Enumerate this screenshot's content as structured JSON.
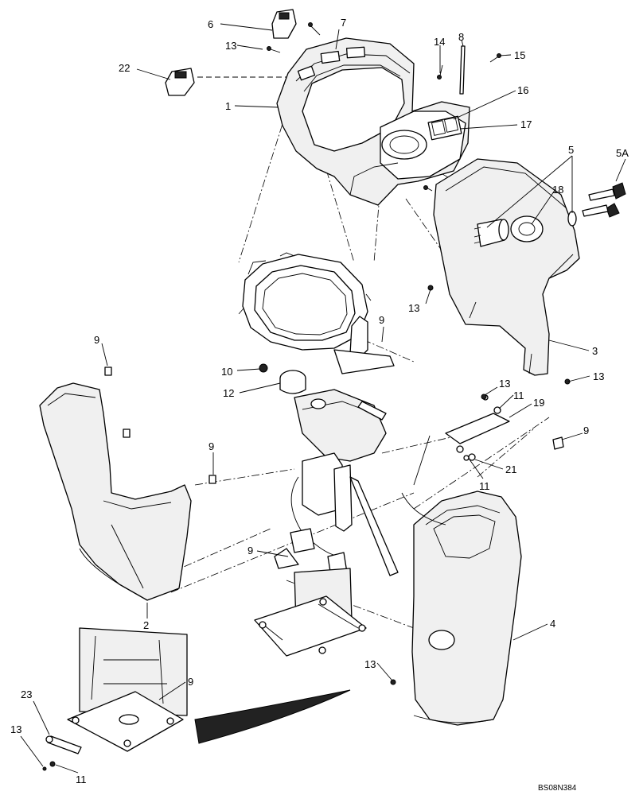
{
  "drawing_code": "BS08N384",
  "callouts": {
    "c1": "1",
    "c2": "2",
    "c3": "3",
    "c4": "4",
    "c5": "5",
    "c5a": "5A",
    "c6": "6",
    "c7": "7",
    "c8": "8",
    "c9a": "9",
    "c9b": "9",
    "c9c": "9",
    "c9d": "9",
    "c9e": "9",
    "c9f": "9",
    "c10": "10",
    "c11a": "11",
    "c11b": "11",
    "c11c": "11",
    "c12": "12",
    "c13a": "13",
    "c13b": "13",
    "c13c": "13",
    "c13d": "13",
    "c13e": "13",
    "c13f": "13",
    "c14": "14",
    "c15": "15",
    "c16": "16",
    "c17": "17",
    "c18": "18",
    "c19": "19",
    "c21": "21",
    "c22": "22",
    "c23": "23"
  }
}
